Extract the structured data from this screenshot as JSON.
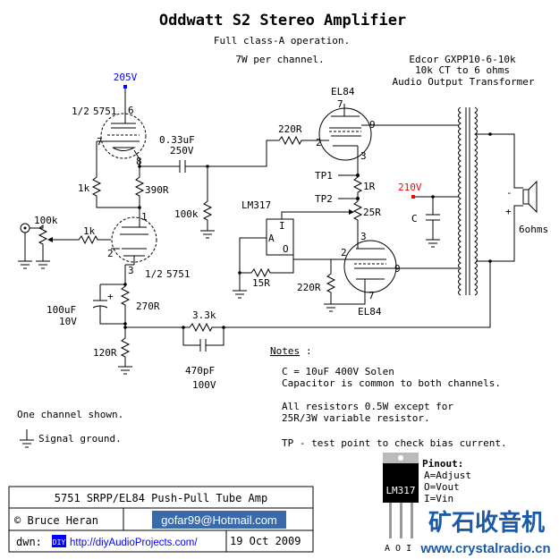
{
  "title": "Oddwatt S2 Stereo Amplifier",
  "subtitle1": "Full class-A operation.",
  "subtitle2": "7W per channel.",
  "transformer": {
    "line1": "Edcor GXPP10-6-10k",
    "line2": "10k CT to 6 ohms",
    "line3": "Audio Output Transformer"
  },
  "labels": {
    "v205": "205V",
    "v210": "210V",
    "half": "1/2",
    "t5751a": "5751",
    "t5751b": "5751",
    "p6": "6",
    "p7": "7",
    "p8": "8",
    "p1": "1",
    "p2": "2",
    "p3": "3",
    "c033": "0.33uF",
    "c250": "250V",
    "r220a": "220R",
    "r1ka": "1k",
    "r390": "390R",
    "r100k": "100k",
    "pot100k": "100k",
    "r1kb": "1k",
    "c100u": "100uF",
    "c10v": "10V",
    "r270": "270R",
    "r120": "120R",
    "r33k": "3.3k",
    "c470p": "470pF",
    "c100v": "100V",
    "el84a": "EL84",
    "el84b": "EL84",
    "e7": "7",
    "e2": "2",
    "e9": "9",
    "e3": "3",
    "f3": "3",
    "f2": "2",
    "f9": "9",
    "f7": "7",
    "tp1": "TP1",
    "tp2": "TP2",
    "r1r": "1R",
    "r25": "25R",
    "lm317": "LM317",
    "pinI": "I",
    "pinA": "A",
    "pinO": "O",
    "r15": "15R",
    "r220b": "220R",
    "capC": "C",
    "ohms": "6ohms",
    "plus": "+",
    "minus": "-"
  },
  "notes": {
    "heading": "Notes",
    "l1": "C = 10uF 400V Solen",
    "l2": "Capacitor is common to both channels.",
    "l3": "All resistors 0.5W except for",
    "l4": "25R/3W variable resistor.",
    "l5": "TP - test point to check bias current."
  },
  "legend": {
    "channel": "One channel shown.",
    "ground": "Signal ground."
  },
  "titleblock": {
    "name": "5751 SRPP/EL84  Push-Pull Tube Amp",
    "author": "© Bruce Heran",
    "email": "gofar99@Hotmail.com",
    "dwn": "dwn:",
    "diy": "DIY",
    "url": "http://diyAudioProjects.com/",
    "date": "19 Oct 2009"
  },
  "pinout": {
    "heading": "Pinout:",
    "a": "A=Adjust",
    "o": "O=Vout",
    "i": "I=Vin",
    "chip": "LM317",
    "legs": "A O I"
  },
  "watermark": {
    "cn": "矿石收音机",
    "url": "www.crystalradio.cn"
  },
  "colors": {
    "v205": "#0000ff",
    "v210": "#ff0000",
    "watermark": "#1a5aa8",
    "email_bg": "#3b6aa8"
  }
}
